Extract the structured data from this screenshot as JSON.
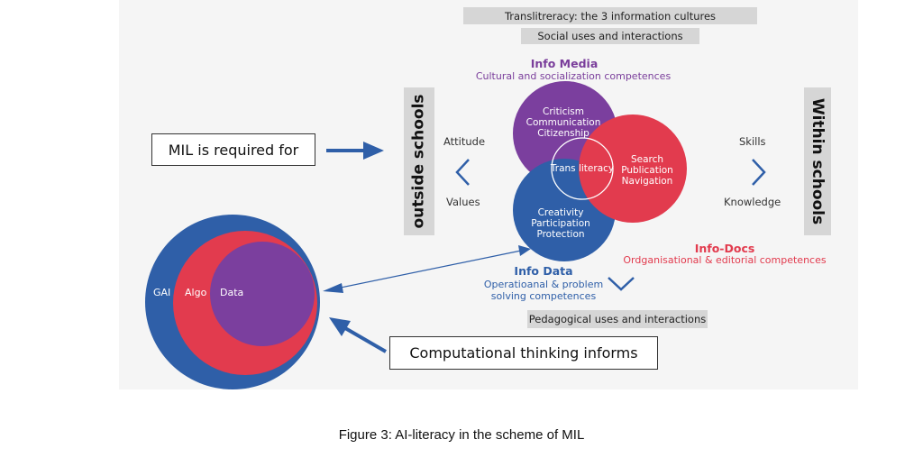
{
  "header": {
    "translitteracy_title": "Translitreracy: the 3 information cultures",
    "social_uses": "Social uses and interactions"
  },
  "sides": {
    "left": "outside schools",
    "right": "Within schools"
  },
  "left_labels": {
    "attitude": "Attitude",
    "values": "Values"
  },
  "right_labels": {
    "skills": "Skills",
    "knowledge": "Knowledge"
  },
  "info_media": {
    "title": "Info Media",
    "subtitle": "Cultural and socialization competences",
    "lines": [
      "Criticism",
      "Communication",
      "Citizenship"
    ]
  },
  "info_docs": {
    "title": "Info-Docs",
    "subtitle": "Ordganisational & editorial competences",
    "lines": [
      "Search",
      "Publication",
      "Navigation"
    ]
  },
  "info_data": {
    "title": "Info Data",
    "subtitle_1": "Operatioanal & problem",
    "subtitle_2": "solving competences",
    "lines": [
      "Creativity",
      "Participation",
      "Protection"
    ]
  },
  "center_label": "Trans literacy",
  "pedagogical_uses": "Pedagogical uses and interactions",
  "mil_box": "MIL is required for",
  "ct_box": "Computational thinking informs",
  "nested_circles": {
    "outer": "GAI",
    "middle": "Algo",
    "inner": "Data"
  },
  "caption": "Figure 3: AI-literacy in the scheme of MIL",
  "colors": {
    "purple": "#7b3f9e",
    "red": "#e23b4e",
    "blue": "#2f5fa8",
    "gray": "#d6d6d6"
  }
}
